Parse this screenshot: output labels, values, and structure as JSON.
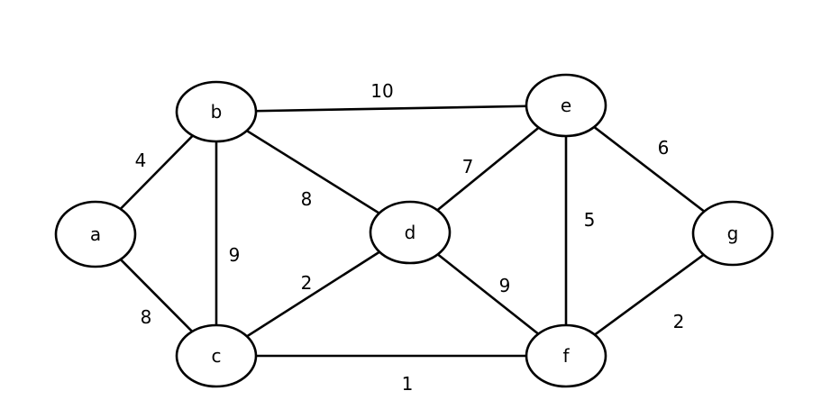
{
  "graph": {
    "nodes": [
      {
        "id": "a",
        "label": "a"
      },
      {
        "id": "b",
        "label": "b"
      },
      {
        "id": "c",
        "label": "c"
      },
      {
        "id": "d",
        "label": "d"
      },
      {
        "id": "e",
        "label": "e"
      },
      {
        "id": "f",
        "label": "f"
      },
      {
        "id": "g",
        "label": "g"
      }
    ],
    "edges": [
      {
        "from": "a",
        "to": "b",
        "weight": "4"
      },
      {
        "from": "a",
        "to": "c",
        "weight": "8"
      },
      {
        "from": "b",
        "to": "c",
        "weight": "9"
      },
      {
        "from": "b",
        "to": "d",
        "weight": "8"
      },
      {
        "from": "b",
        "to": "e",
        "weight": "10"
      },
      {
        "from": "c",
        "to": "d",
        "weight": "2"
      },
      {
        "from": "c",
        "to": "f",
        "weight": "1"
      },
      {
        "from": "d",
        "to": "e",
        "weight": "7"
      },
      {
        "from": "d",
        "to": "f",
        "weight": "9"
      },
      {
        "from": "e",
        "to": "f",
        "weight": "5"
      },
      {
        "from": "e",
        "to": "g",
        "weight": "6"
      },
      {
        "from": "f",
        "to": "g",
        "weight": "2"
      }
    ]
  }
}
